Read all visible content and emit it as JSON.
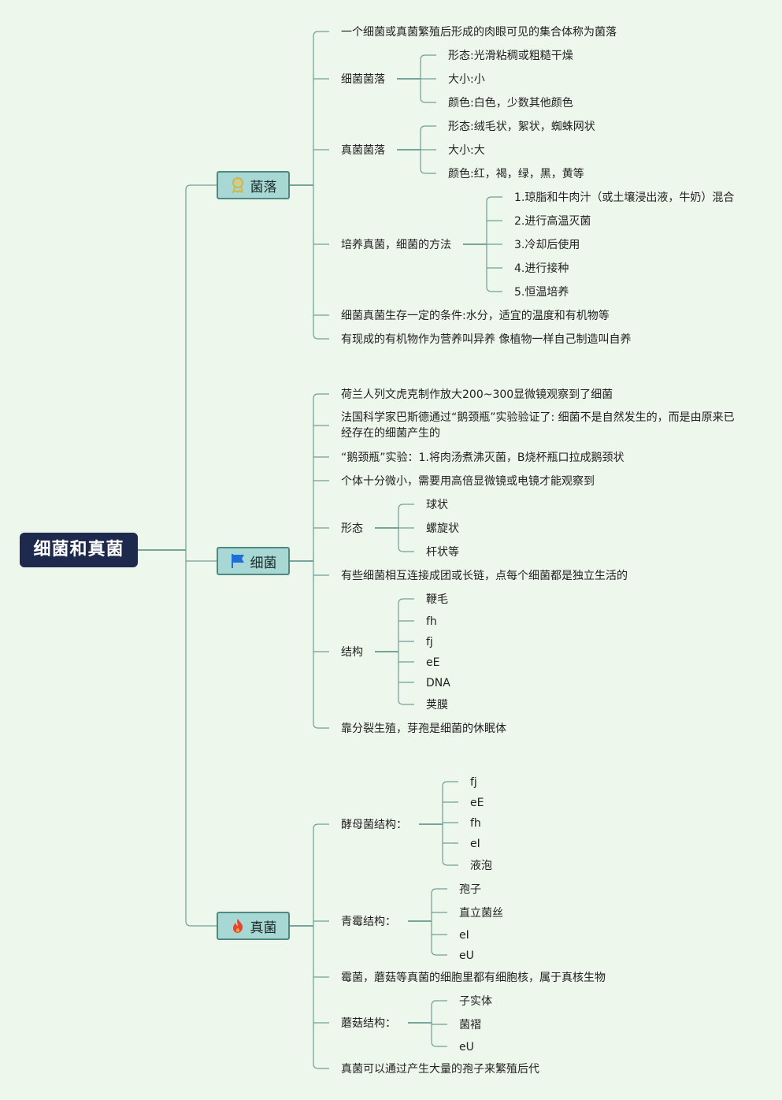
{
  "root": {
    "label": "细菌和真菌"
  },
  "topics": {
    "colony": {
      "label": "菌落",
      "icon": "award-medal-icon"
    },
    "bacteria": {
      "label": "细菌",
      "icon": "flag-icon"
    },
    "fungi": {
      "label": "真菌",
      "icon": "fire-icon"
    }
  },
  "colony": {
    "definition": "一个细菌或真菌繁殖后形成的肉眼可见的集合体称为菌落",
    "bacterial_colony": {
      "label": "细菌菌落",
      "items": [
        "形态:光滑粘稠或粗糙干燥",
        "大小:小",
        "颜色:白色，少数其他颜色"
      ]
    },
    "fungal_colony": {
      "label": "真菌菌落",
      "items": [
        "形态:绒毛状，絮状，蜘蛛网状",
        "大小:大",
        "颜色:红，褐，绿，黑，黄等"
      ]
    },
    "culture_method": {
      "label": "培养真菌，细菌的方法",
      "steps": [
        "1.琼脂和牛肉汁（或土壤浸出液，牛奶）混合",
        "2.进行高温灭菌",
        "3.冷却后使用",
        "4.进行接种",
        "5.恒温培养"
      ]
    },
    "conditions": "细菌真菌生存一定的条件:水分，适宜的温度和有机物等",
    "nutrition": "有现成的有机物作为营养叫异养 像植物一样自己制造叫自养"
  },
  "bacteria": {
    "leeuwenhoek": "荷兰人列文虎克制作放大200~300显微镜观察到了细菌",
    "pasteur": "法国科学家巴斯德通过“鹅颈瓶”实验验证了: 细菌不是自然发生的，而是由原来已经存在的细菌产生的",
    "flask_experiment": "“鹅颈瓶”实验：1.将肉汤煮沸灭菌，B烧杯瓶口拉成鹅颈状",
    "tiny": "个体十分微小，需要用高倍显微镜或电镜才能观察到",
    "shape": {
      "label": "形态",
      "items": [
        "球状",
        "螺旋状",
        "杆状等"
      ]
    },
    "independent": "有些细菌相互连接成团或长链，点每个细菌都是独立生活的",
    "structure": {
      "label": "结构",
      "items": [
        "鞭毛",
        "fh",
        "fj",
        "eE",
        "DNA",
        "荚膜"
      ]
    },
    "reproduction": "靠分裂生殖，芽孢是细菌的休眠体"
  },
  "fungi": {
    "yeast": {
      "label": "酵母菌结构：",
      "items": [
        "fj",
        "eE",
        "fh",
        "eI",
        "液泡"
      ]
    },
    "penicillium": {
      "label": "青霉结构：",
      "items": [
        "孢子",
        "直立菌丝",
        "eI",
        "eU"
      ]
    },
    "eukaryote": "霉菌，蘑菇等真菌的细胞里都有细胞核，属于真核生物",
    "mushroom": {
      "label": "蘑菇结构：",
      "items": [
        "子实体",
        "菌褶",
        "eU"
      ]
    },
    "spores": "真菌可以通过产生大量的孢子来繁殖后代"
  },
  "colors": {
    "background": "#eef7ec",
    "root": "#1d2a4d",
    "topic": "#a7d8d3",
    "line": "#6e9e95"
  }
}
